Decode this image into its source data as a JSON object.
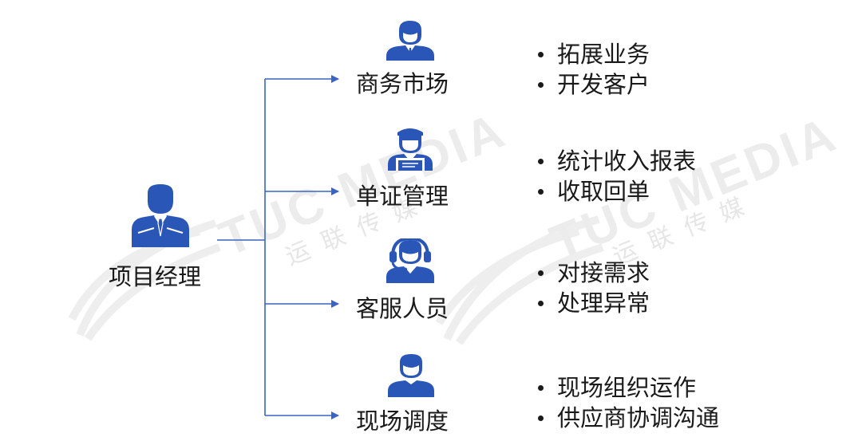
{
  "watermark": {
    "brand": "TUC MEDIA",
    "subtitle": "运联传媒"
  },
  "root": {
    "label": "项目经理",
    "icon": "manager-person-icon"
  },
  "branches": [
    {
      "label": "商务市场",
      "icon": "business-person-icon",
      "tasks": [
        "拓展业务",
        "开发客户"
      ]
    },
    {
      "label": "单证管理",
      "icon": "documents-person-icon",
      "tasks": [
        "统计收入报表",
        "收取回单"
      ]
    },
    {
      "label": "客服人员",
      "icon": "headset-person-icon",
      "tasks": [
        "对接需求",
        "处理异常"
      ]
    },
    {
      "label": "现场调度",
      "icon": "dispatcher-person-icon",
      "tasks": [
        "现场组织运作",
        "供应商协调沟通"
      ]
    }
  ],
  "colors": {
    "icon": "#2a56b8",
    "connector": "#3b64c2",
    "text": "#1a1a1a"
  }
}
